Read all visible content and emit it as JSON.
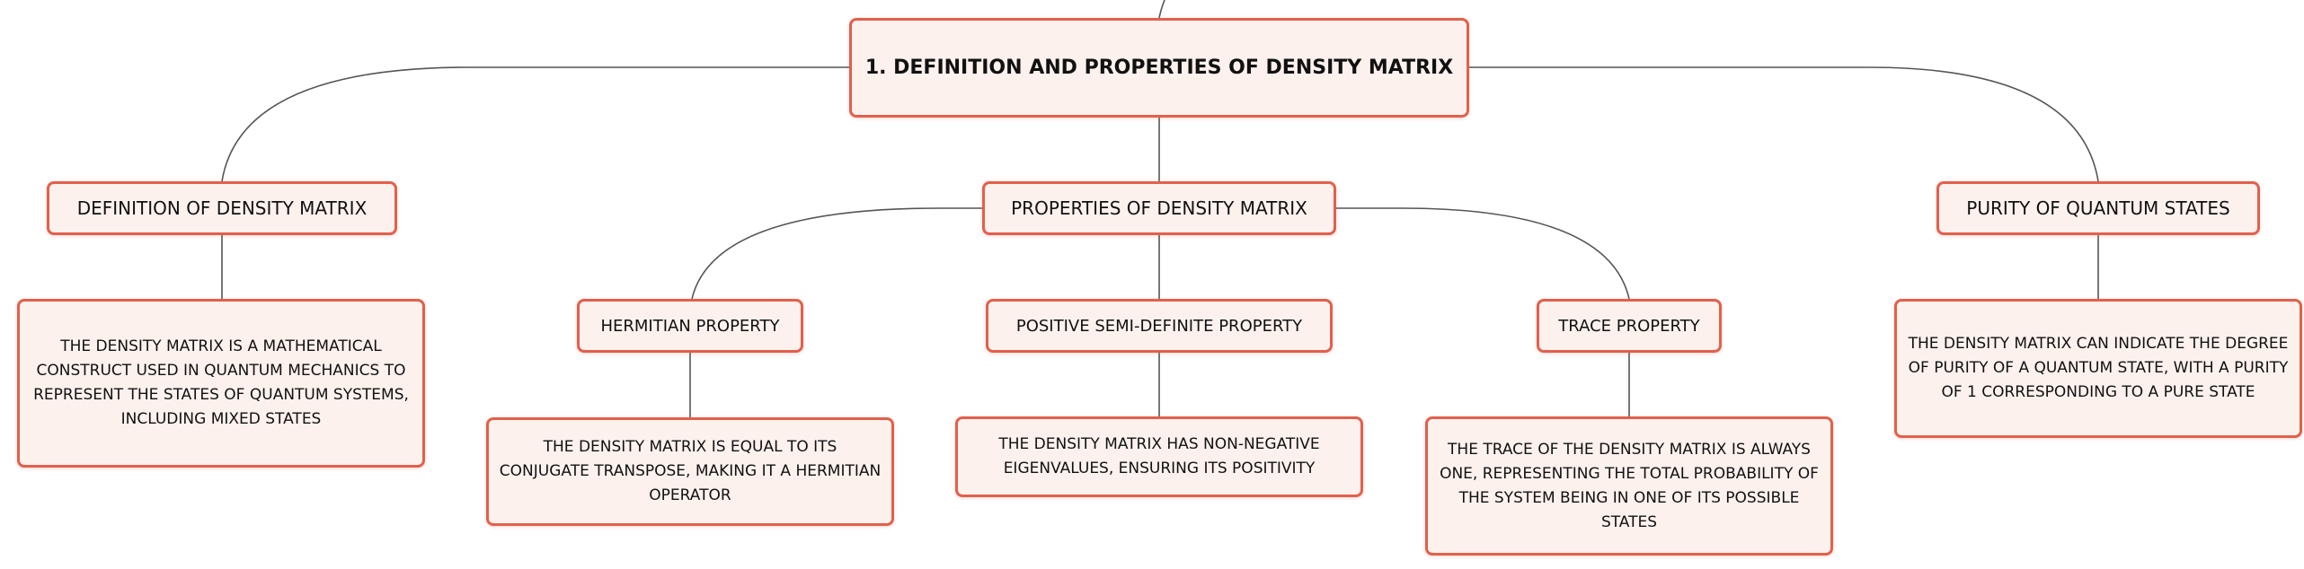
{
  "diagram": {
    "accent_color": "#e2604c",
    "fill_color": "#fdf1ee",
    "line_color": "#555555",
    "root": {
      "label": "1. DEFINITION AND PROPERTIES OF DENSITY MATRIX"
    },
    "definition": {
      "label": "DEFINITION OF DENSITY MATRIX",
      "text": "THE DENSITY MATRIX IS A MATHEMATICAL CONSTRUCT USED IN QUANTUM MECHANICS TO REPRESENT THE STATES OF QUANTUM SYSTEMS, INCLUDING MIXED STATES"
    },
    "properties": {
      "label": "PROPERTIES OF DENSITY MATRIX",
      "hermitian": {
        "label": "HERMITIAN PROPERTY",
        "text": "THE DENSITY MATRIX IS EQUAL TO ITS CONJUGATE TRANSPOSE, MAKING IT A HERMITIAN OPERATOR"
      },
      "positive": {
        "label": "POSITIVE SEMI-DEFINITE PROPERTY",
        "text": "THE DENSITY MATRIX HAS NON-NEGATIVE EIGENVALUES, ENSURING ITS POSITIVITY"
      },
      "trace": {
        "label": "TRACE PROPERTY",
        "text": "THE TRACE OF THE DENSITY MATRIX IS ALWAYS ONE, REPRESENTING THE TOTAL PROBABILITY OF THE SYSTEM BEING IN ONE OF ITS POSSIBLE STATES"
      }
    },
    "purity": {
      "label": "PURITY OF QUANTUM STATES",
      "text": "THE DENSITY MATRIX CAN INDICATE THE DEGREE OF PURITY OF A QUANTUM STATE, WITH A PURITY OF 1 CORRESPONDING TO A PURE STATE"
    }
  }
}
